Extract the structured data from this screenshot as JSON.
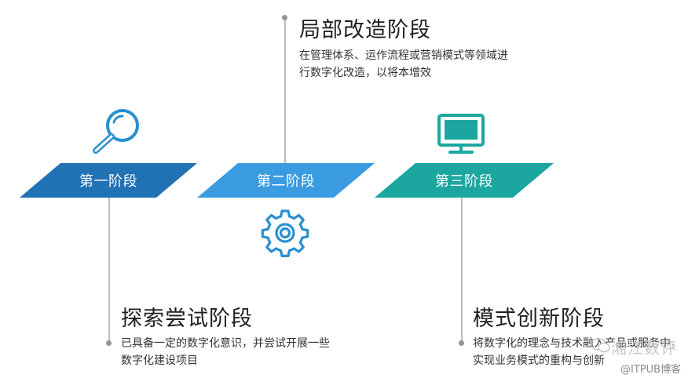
{
  "stages": [
    {
      "label": "第一阶段",
      "color": "#2171b5"
    },
    {
      "label": "第二阶段",
      "color": "#3a9be0"
    },
    {
      "label": "第三阶段",
      "color": "#1ba79f"
    }
  ],
  "phases": {
    "explore": {
      "title": "探索尝试阶段",
      "desc_lines": [
        "已具备一定的数字化意识，并尝试开展一些",
        "数字化建设项目"
      ],
      "icon": "magnifier-icon"
    },
    "partial": {
      "title": "局部改造阶段",
      "desc_lines": [
        "在管理体系、运作流程或营销模式等领域进",
        "行数字化改造，以将本增效"
      ],
      "icon": "gear-icon"
    },
    "innovation": {
      "title": "模式创新阶段",
      "desc_lines": [
        "将数字化的理念与技术融入产品或服务中，",
        "实现业务模式的重构与创新"
      ],
      "icon": "monitor-icon"
    }
  },
  "watermark": {
    "brand": "湘江数评",
    "site": "@ITPUB博客"
  },
  "colors": {
    "icon_blue": "#2a8fd0",
    "icon_teal": "#1ba79f",
    "connector": "#b9bec4"
  }
}
